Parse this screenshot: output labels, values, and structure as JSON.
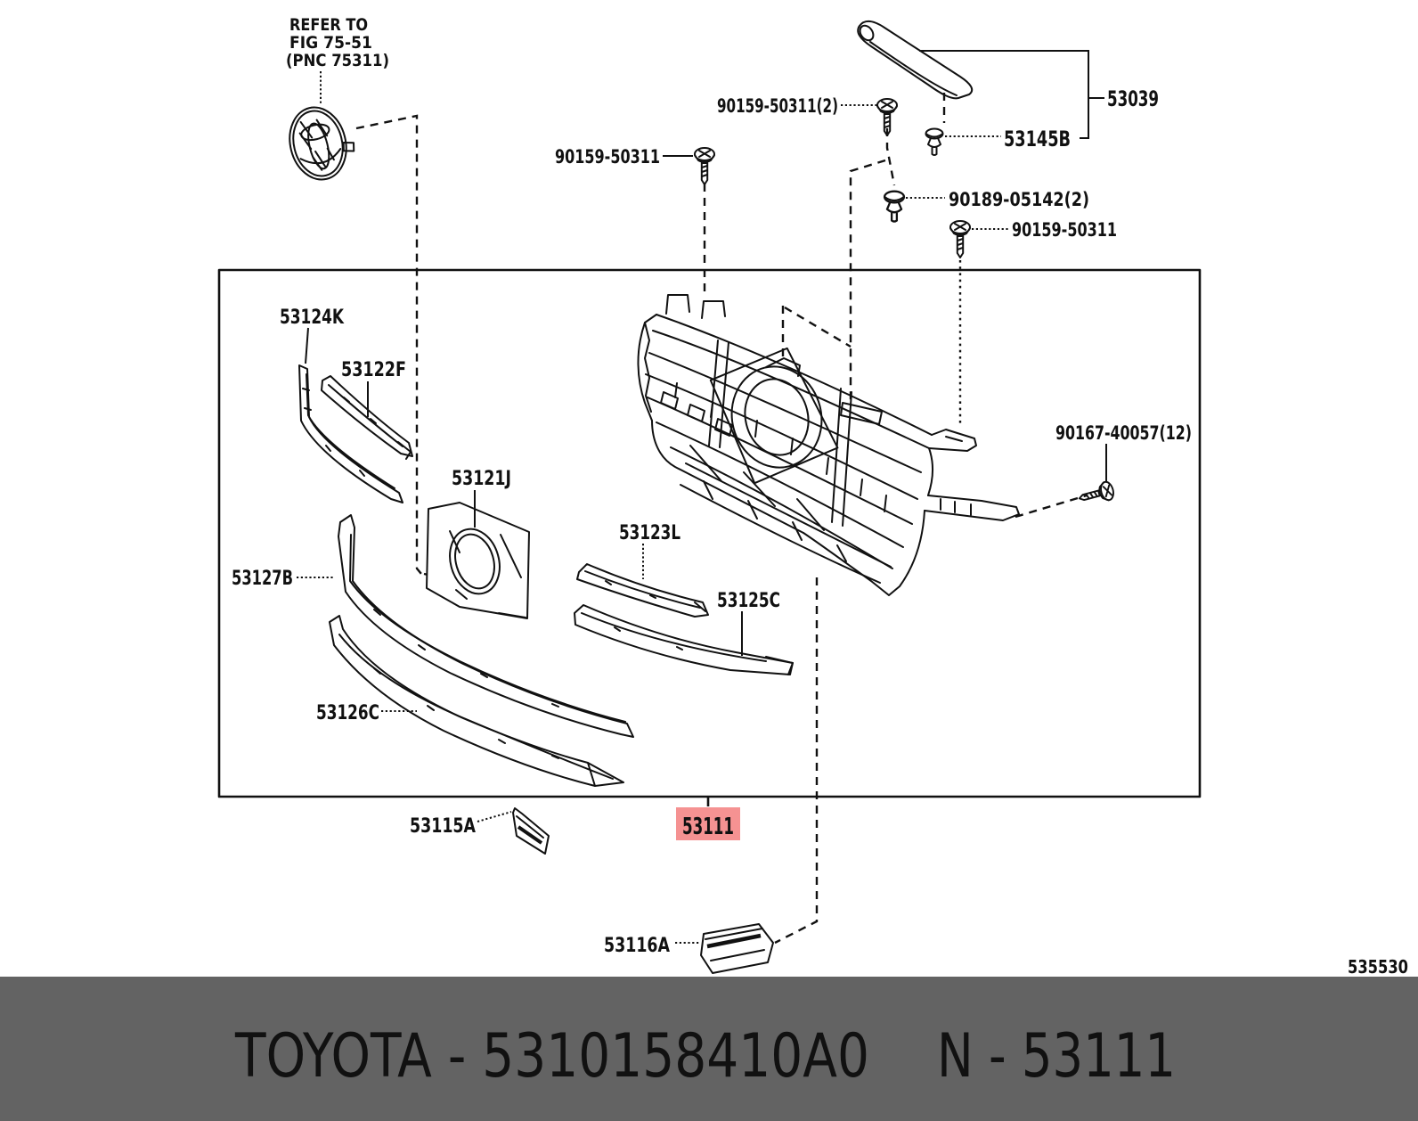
{
  "ref_note": [
    "REFER TO",
    "FIG 75-51",
    "(PNC 75311)"
  ],
  "part_labels": {
    "p90159_left": "90159-50311",
    "p90159_pair": "90159-50311(2)",
    "p53039": "53039",
    "p53145b": "53145B",
    "p90189": "90189-05142(2)",
    "p90159_right": "90159-50311",
    "p90167": "90167-40057(12)",
    "p53124k": "53124K",
    "p53122f": "53122F",
    "p53121j": "53121J",
    "p53123l": "53123L",
    "p53125c": "53125C",
    "p53127b": "53127B",
    "p53126c": "53126C",
    "p53115a": "53115A",
    "p53111": "53111",
    "p53116a": "53116A"
  },
  "highlight": {
    "part": "53111",
    "bg": "#f59292",
    "fg": "#8b2424"
  },
  "page_code": "535530",
  "footer": {
    "left": "TOYOTA - 5310158410A0",
    "right": "N - 53111",
    "bg": "#636363",
    "fg": "#ffffff"
  }
}
